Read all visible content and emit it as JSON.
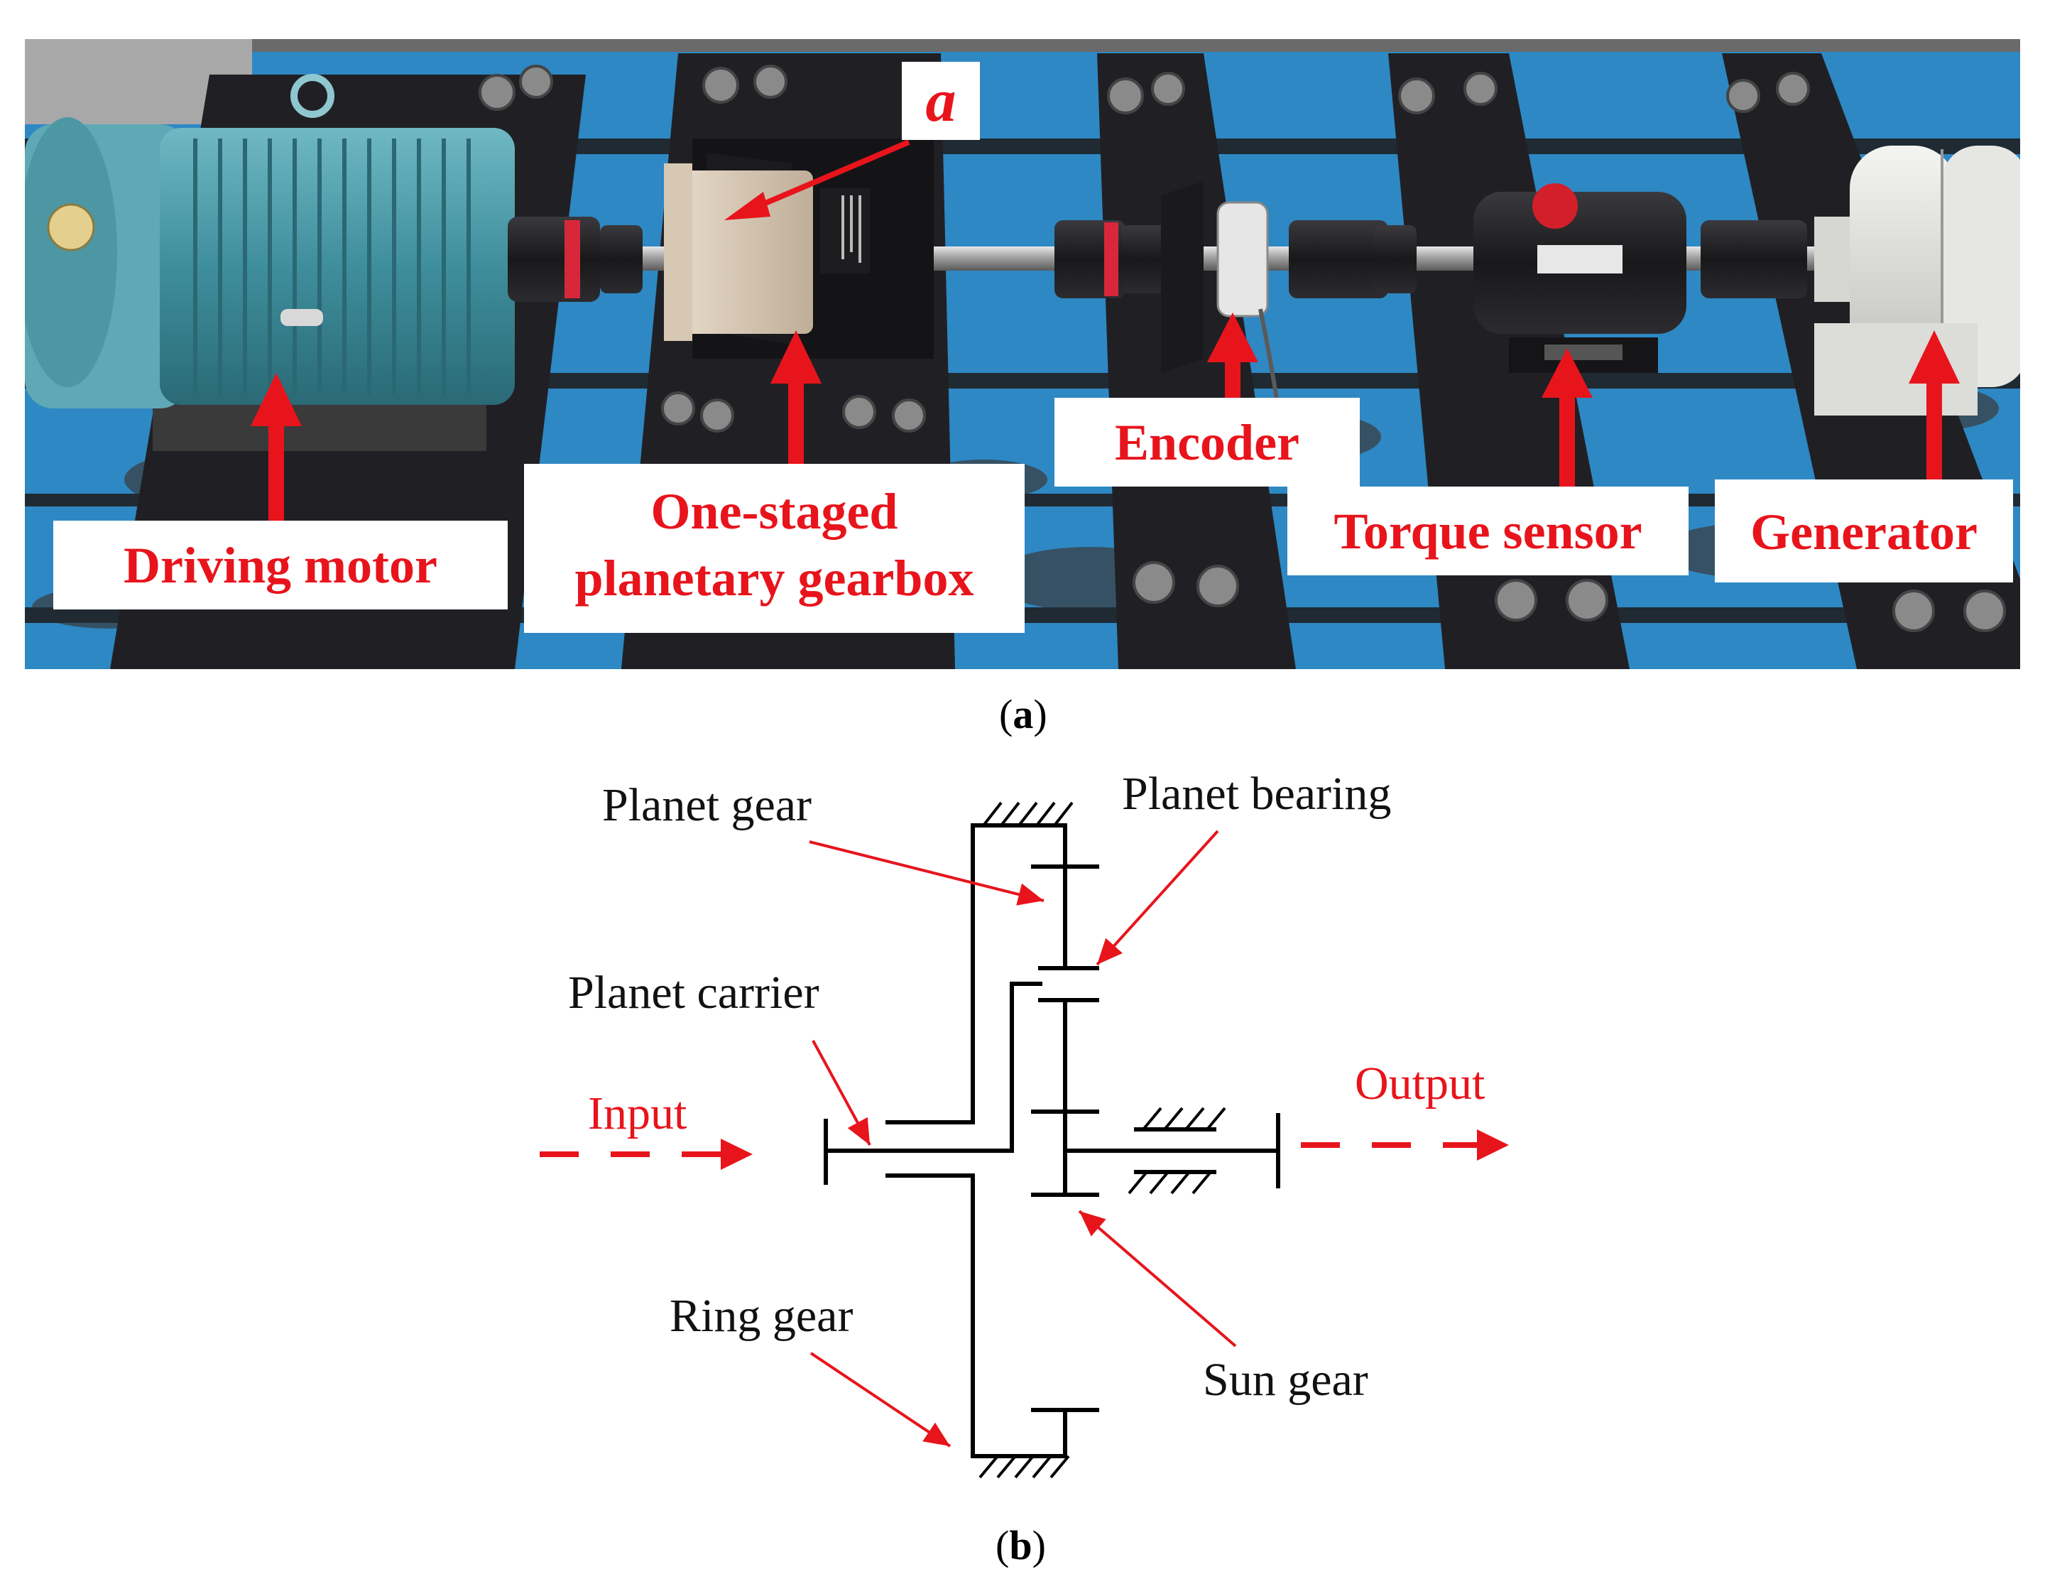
{
  "panel_a": {
    "caption": "a",
    "labels": {
      "marker": "a",
      "driving_motor": "Driving motor",
      "gearbox_line1": "One-staged",
      "gearbox_line2": "planetary gearbox",
      "encoder": "Encoder",
      "torque_sensor": "Torque sensor",
      "generator": "Generator"
    }
  },
  "panel_b": {
    "caption": "b",
    "labels": {
      "planet_gear": "Planet gear",
      "planet_bearing": "Planet bearing",
      "planet_carrier": "Planet carrier",
      "input": "Input",
      "output": "Output",
      "ring_gear": "Ring gear",
      "sun_gear": "Sun gear"
    }
  },
  "colors": {
    "annotation_red": "#e8141c",
    "motor_teal": "#4a9aa8",
    "table_blue": "#2e88c4",
    "mount_black": "#1c1c1e"
  }
}
